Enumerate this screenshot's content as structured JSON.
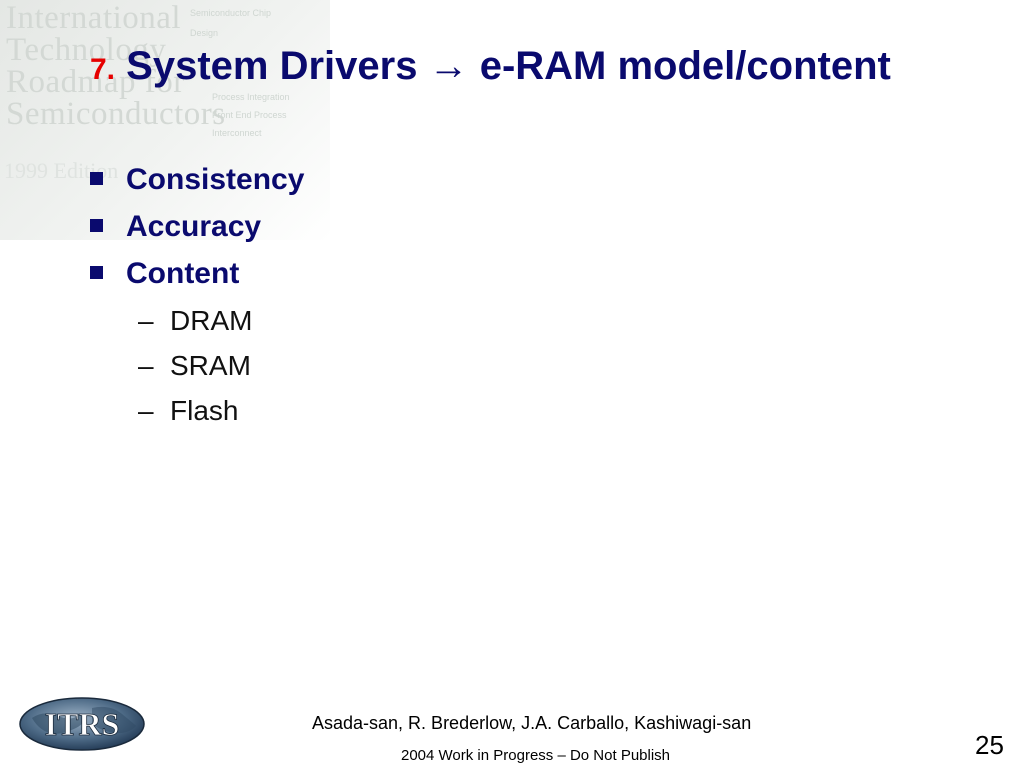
{
  "watermark": {
    "lines": [
      "International",
      "Technology",
      "Roadmap for",
      "Semiconductors"
    ],
    "small_lines": [
      "Semiconductor Chip",
      "Design",
      "Process Integration",
      "Front End Process",
      "Interconnect"
    ],
    "year": "1999 Edition"
  },
  "title": {
    "number": "7.",
    "text": "System Drivers",
    "arrow": "→",
    "rest": "e-RAM model/content"
  },
  "bullets": [
    {
      "label": "Consistency"
    },
    {
      "label": "Accuracy"
    },
    {
      "label": "Content"
    }
  ],
  "subitems": [
    {
      "label": "DRAM"
    },
    {
      "label": "SRAM"
    },
    {
      "label": "Flash"
    }
  ],
  "logo": {
    "text": "ITRS"
  },
  "footer": {
    "credits": "Asada-san, R. Brederlow, J.A. Carballo, Kashiwagi-san",
    "notice": "2004 Work in Progress – Do Not Publish",
    "page_number": "25"
  },
  "colors": {
    "title": "#0a0a6e",
    "number": "#e60000",
    "body_text": "#111111"
  }
}
